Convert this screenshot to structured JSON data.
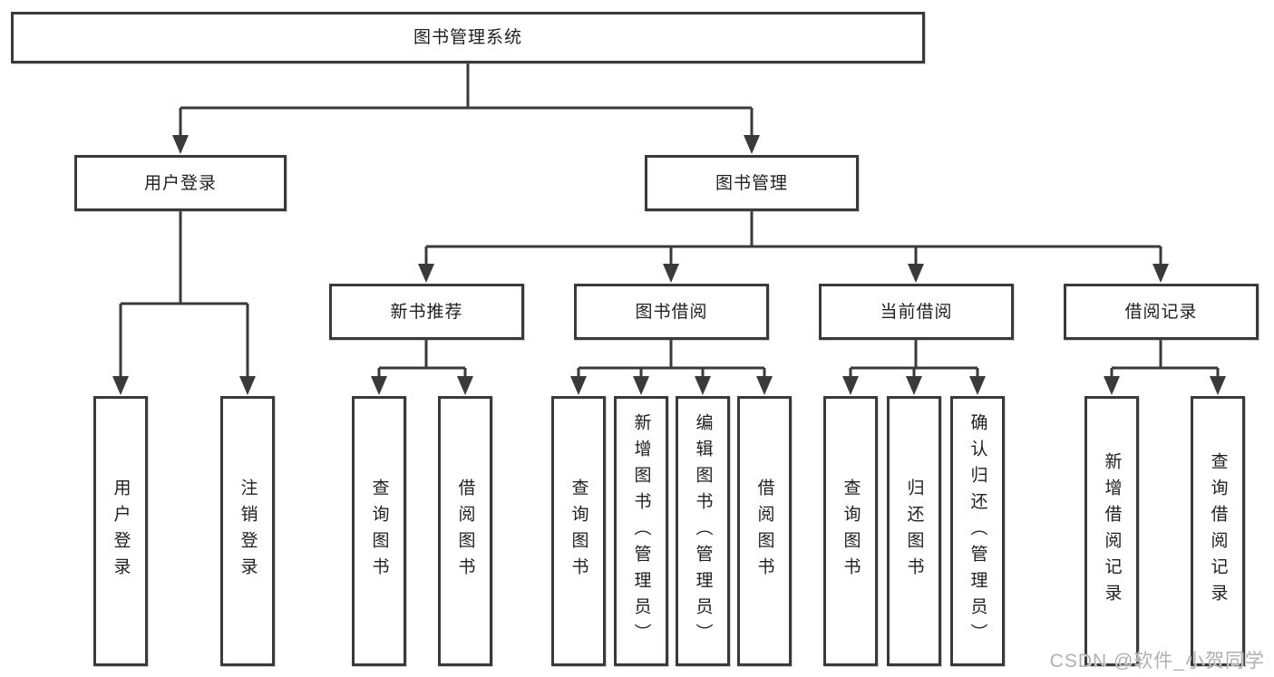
{
  "tree": {
    "label": "图书管理系统",
    "children": [
      {
        "label": "用户登录",
        "children": [
          {
            "label": "用户登录"
          },
          {
            "label": "注销登录"
          }
        ]
      },
      {
        "label": "图书管理",
        "children": [
          {
            "label": "新书推荐",
            "children": [
              {
                "label": "查询图书"
              },
              {
                "label": "借阅图书"
              }
            ]
          },
          {
            "label": "图书借阅",
            "children": [
              {
                "label": "查询图书"
              },
              {
                "label": "新增图书（管理员）"
              },
              {
                "label": "编辑图书（管理员）"
              },
              {
                "label": "借阅图书"
              }
            ]
          },
          {
            "label": "当前借阅",
            "children": [
              {
                "label": "查询图书"
              },
              {
                "label": "归还图书"
              },
              {
                "label": "确认归还（管理员）"
              }
            ]
          },
          {
            "label": "借阅记录",
            "children": [
              {
                "label": "新增借阅记录"
              },
              {
                "label": "查询借阅记录"
              }
            ]
          }
        ]
      }
    ]
  },
  "watermark": {
    "text": "CSDN @软件_小贺同学"
  },
  "colors": {
    "line": "#3a3a3a",
    "box_border": "#3a3a3a",
    "text": "#1f1f1f",
    "watermark": "#b0b0b0",
    "background": "#ffffff"
  }
}
